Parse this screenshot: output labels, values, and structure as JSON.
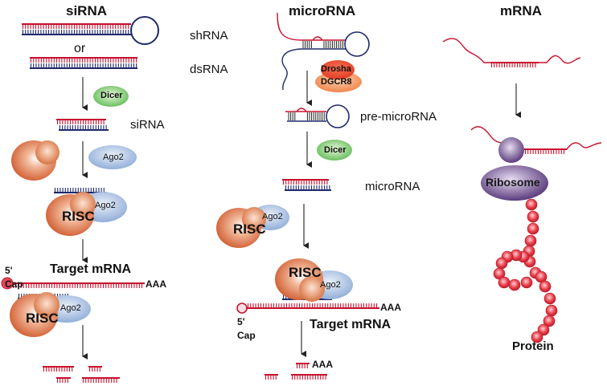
{
  "columns": {
    "sirna": {
      "title": "siRNA",
      "or_label": "or",
      "shrna_label": "shRNA",
      "dsrna_label": "dsRNA",
      "dicer_label": "Dicer",
      "sirna_label": "siRNA",
      "ago2_free_label": "Ago2",
      "ago2_risc_label": "Ago2",
      "risc_label": "RISC",
      "target_label": "Target mRNA",
      "five_prime_label": "5'",
      "cap_label": "Cap",
      "polya_label": "AAA",
      "risc2_label": "RISC",
      "ago2_bound_label": "Ago2"
    },
    "microrna": {
      "title": "microRNA",
      "drosha_label": "Drosha",
      "dgcr8_label": "DGCR8",
      "pre_label": "pre-microRNA",
      "dicer_label": "Dicer",
      "mature_label": "microRNA",
      "risc_label": "RISC",
      "ago2_label": "Ago2",
      "risc2_label": "RISC",
      "ago2_bound_label": "Ago2",
      "polya_label": "AAA",
      "five_prime_label": "5'",
      "cap_label": "Cap",
      "target_label": "Target mRNA",
      "fragment_polya_label": "AAA"
    },
    "mrna": {
      "title": "mRNA",
      "ribosome_label": "Ribosome",
      "protein_label": "Protein"
    }
  },
  "colors": {
    "rna_red": "#c8102e",
    "rna_blue": "#1f2a6b",
    "dicer_green": "#5cb85c",
    "ago2_blue": "#9bb8df",
    "risc_orange": "#d9653b",
    "drosha_red": "#e8452c",
    "dgcr8_orange": "#f08a4b",
    "ribosome_purple": "#5a3d7a",
    "protein_bead": "#e0323f"
  }
}
